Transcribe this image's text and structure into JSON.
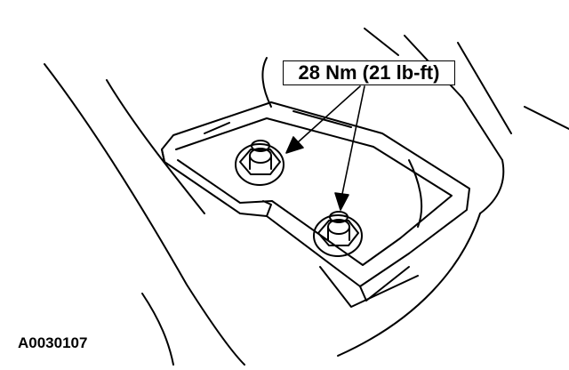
{
  "callout": {
    "torque": "28 Nm (21 lb-ft)"
  },
  "figure": {
    "id": "A0030107"
  },
  "parts": {
    "fasteners": [
      "nut-upper",
      "nut-lower"
    ]
  }
}
